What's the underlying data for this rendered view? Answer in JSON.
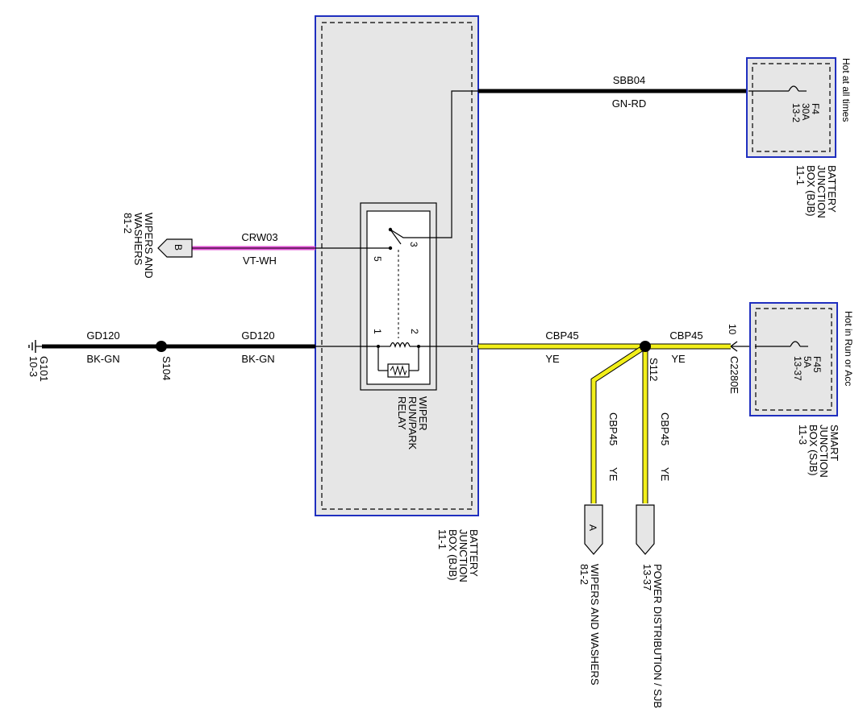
{
  "wires": {
    "sbb04": {
      "circuit": "SBB04",
      "color_code": "GN-RD"
    },
    "crw03": {
      "circuit": "CRW03",
      "color_code": "VT-WH"
    },
    "gd120_left": {
      "circuit": "GD120",
      "color_code": "BK-GN"
    },
    "gd120_right": {
      "circuit": "GD120",
      "color_code": "BK-GN"
    },
    "cbp45_main": {
      "circuit": "CBP45",
      "color_code": "YE"
    },
    "cbp45_right": {
      "circuit": "CBP45",
      "color_code": "YE"
    },
    "cbp45_down_a": {
      "circuit": "CBP45",
      "color_code": "YE"
    },
    "cbp45_down_b": {
      "circuit": "CBP45",
      "color_code": "YE"
    }
  },
  "splices": {
    "s104": "S104",
    "s112": "S112"
  },
  "ground": {
    "id": "G101",
    "ref": "10-3"
  },
  "connector": {
    "id": "C2280E",
    "pin": "10"
  },
  "relay": {
    "name_lines": [
      "WIPER",
      "RUN/PARK",
      "RELAY"
    ],
    "pins": {
      "p1": "1",
      "p2": "2",
      "p3": "3",
      "p5": "5"
    }
  },
  "bjb_center": {
    "lines": [
      "BATTERY",
      "JUNCTION",
      "BOX (BJB)",
      "11-1"
    ]
  },
  "bjb_fuse_box": {
    "lines": [
      "BATTERY",
      "JUNCTION",
      "BOX (BJB)",
      "11-1"
    ],
    "fuse": [
      "F4",
      "30A",
      "13-2"
    ],
    "hot_label": "Hot at all times"
  },
  "sjb_fuse_box": {
    "lines": [
      "SMART",
      "JUNCTION",
      "BOX (SJB)",
      "11-3"
    ],
    "fuse": [
      "F45",
      "5A",
      "13-37"
    ],
    "hot_label": "Hot in Run or Acc"
  },
  "refs": {
    "b": {
      "letter": "B",
      "lines": [
        "WIPERS AND",
        "WASHERS",
        "81-2"
      ]
    },
    "a": {
      "letter": "A",
      "lines": [
        "WIPERS AND WASHERS",
        "81-2"
      ]
    },
    "power": {
      "lines": [
        "POWER DISTRIBUTION / SJB",
        "13-37"
      ]
    }
  },
  "colors": {
    "box_outline": "#1f2fbf",
    "box_fill": "#e6e6e6",
    "wire_black": "#000000",
    "wire_yellow": "#f2ef1a",
    "wire_pink": "#e24fd6"
  }
}
